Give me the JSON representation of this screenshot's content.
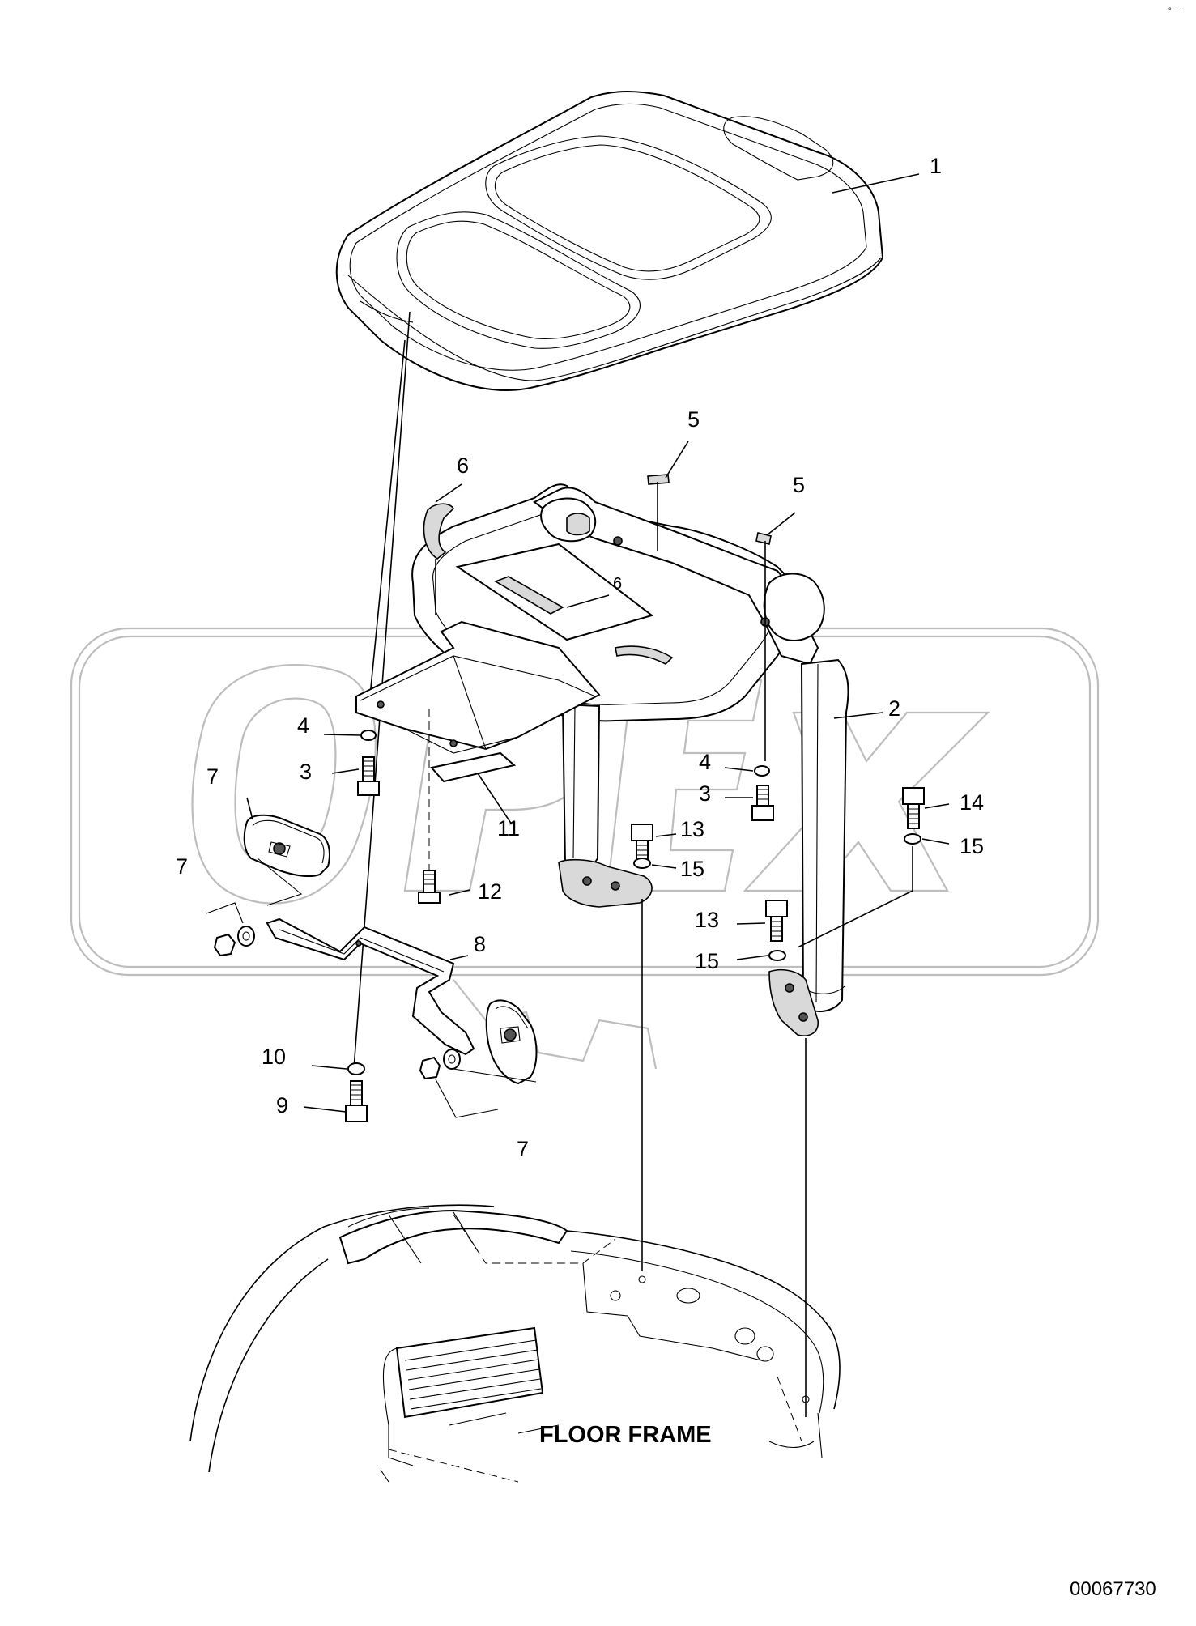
{
  "labels": {
    "p1": "1",
    "p2": "2",
    "p3_left": "3",
    "p3_right": "3",
    "p4_left": "4",
    "p4_right": "4",
    "p5_top": "5",
    "p5_right": "5",
    "p6_top": "6",
    "p6_plate": "6",
    "p7_top": "7",
    "p7_mid": "7",
    "p7_bottom": "7",
    "p8": "8",
    "p9": "9",
    "p10": "10",
    "p11": "11",
    "p12": "12",
    "p13_upper": "13",
    "p13_lower": "13",
    "p14": "14",
    "p15_upper": "15",
    "p15_right": "15",
    "p15_lower": "15"
  },
  "floor_frame_label": "FLOOR FRAME",
  "document_number": "00067730",
  "watermark_text": "OPEX",
  "corner_mark": "·° ···"
}
